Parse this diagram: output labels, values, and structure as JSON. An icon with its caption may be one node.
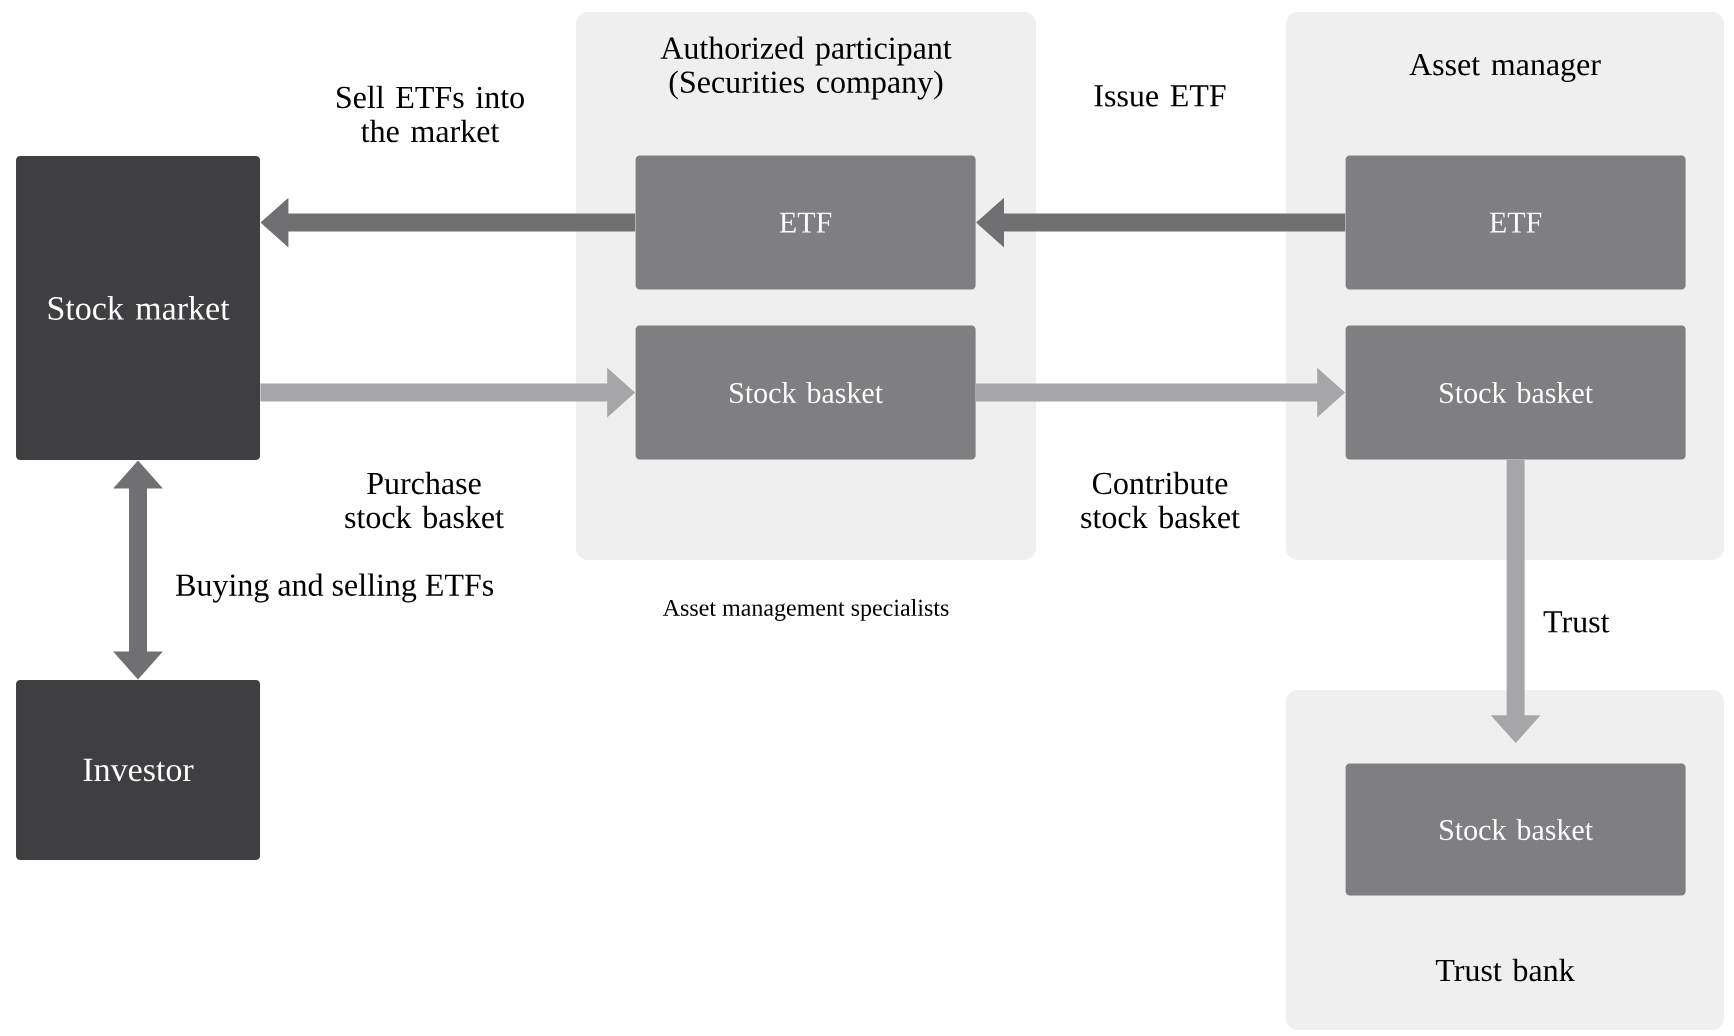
{
  "diagram": {
    "nodes": [
      {
        "text": [
          "Stock market"
        ]
      },
      {
        "text": [
          "Investor"
        ]
      },
      {
        "text": [
          "Authorized participant (Securities company)"
        ],
        "beside": [
          "Asset management specialists"
        ]
      },
      {
        "text": [
          "ETF"
        ],
        "in": 2
      },
      {
        "text": [
          "Stock basket"
        ],
        "in": 2
      },
      {
        "text": [
          "Asset manager"
        ]
      },
      {
        "text": [
          "ETF"
        ],
        "in": 5
      },
      {
        "text": [
          "Stock basket"
        ],
        "in": 5
      },
      {
        "text": [
          "Trust bank"
        ]
      },
      {
        "text": [
          "Stock basket"
        ],
        "in": 8
      }
    ],
    "edges": [
      {
        "from": 3,
        "to": 0,
        "arrow": "to",
        "label": "Sell ETFs into the market"
      },
      {
        "from": 0,
        "to": 4,
        "arrow": "to",
        "label": "Purchase stock basket",
        "color": "#a6a6a8"
      },
      {
        "from": 6,
        "to": 3,
        "arrow": "to",
        "label": "Issue ETF"
      },
      {
        "from": 4,
        "to": 7,
        "arrow": "to",
        "label": "Contribute stock basket",
        "color": "#a6a6a8"
      },
      {
        "from": 0,
        "to": 1,
        "arrow": "both",
        "label": "Buying and selling ETFs"
      },
      {
        "from": 7,
        "to": 9,
        "arrow": "to",
        "label": "Trust",
        "color": "#a6a6a8"
      }
    ]
  }
}
